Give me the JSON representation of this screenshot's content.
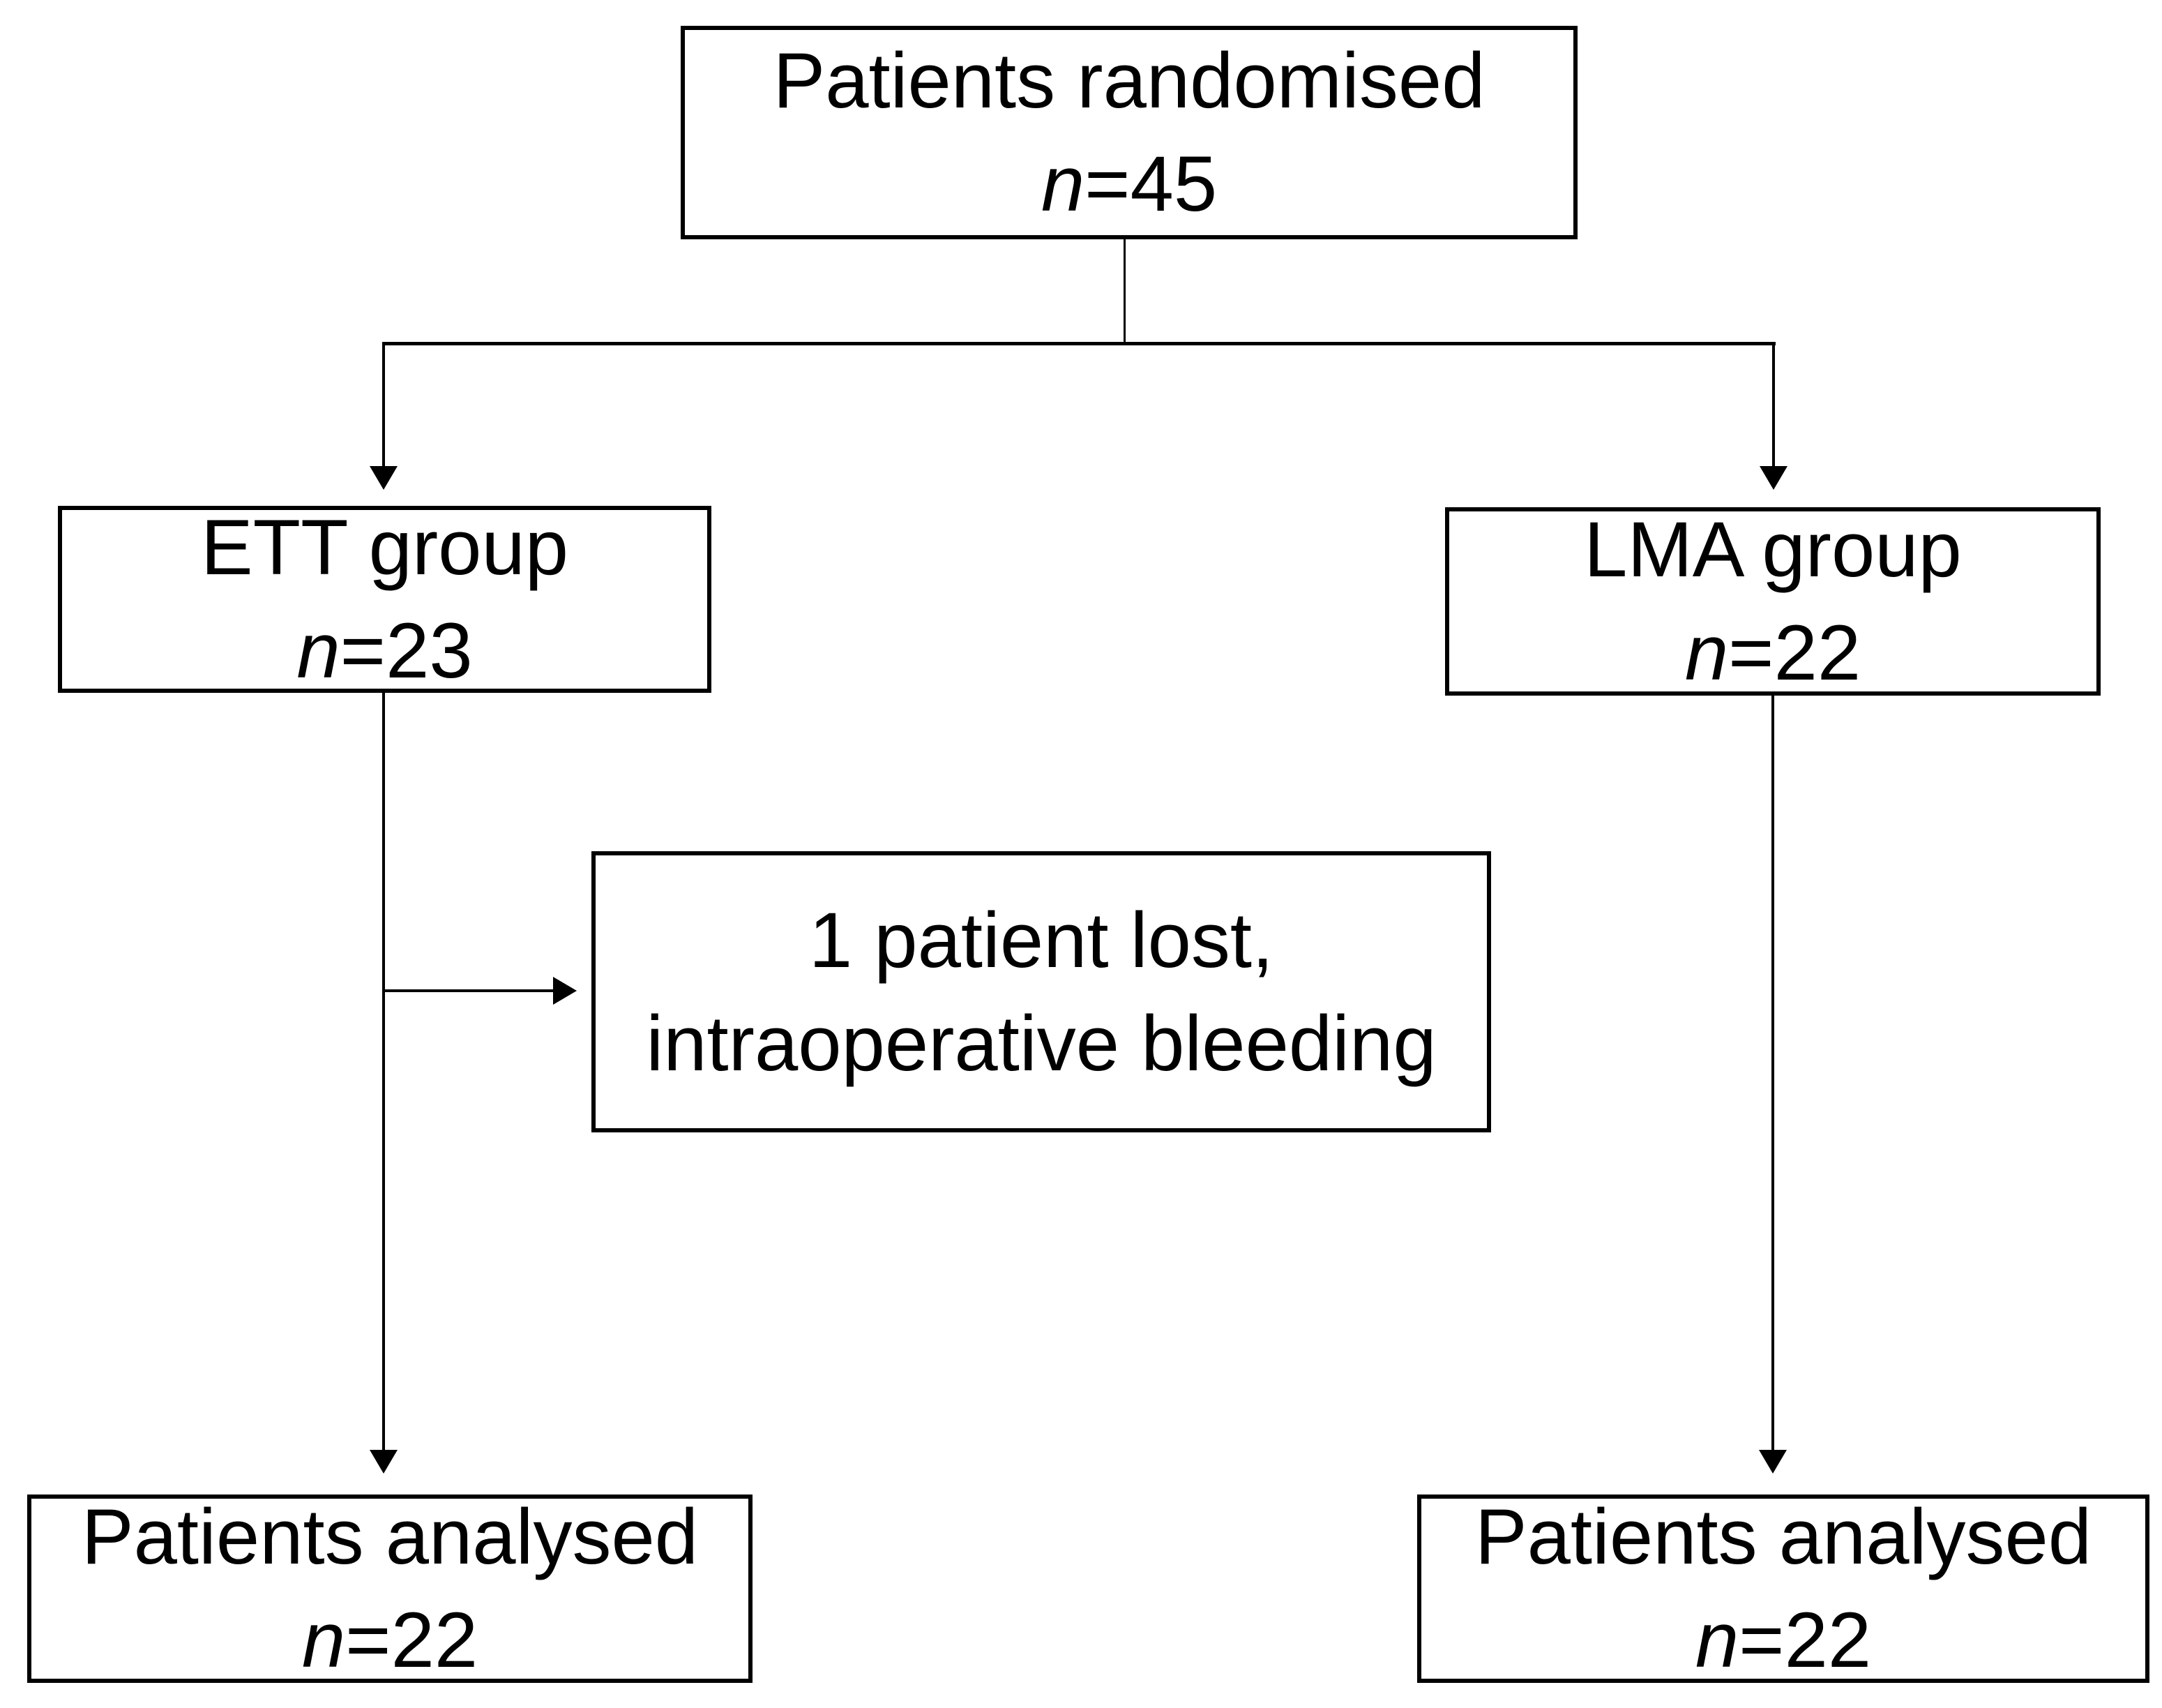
{
  "diagram": {
    "type": "consort-flowchart",
    "colors": {
      "background": "#ffffff",
      "line": "#000000",
      "text": "#000000"
    },
    "boxes": {
      "randomised": {
        "title": "Patients randomised",
        "n_italic": "n",
        "n_rest": "=45"
      },
      "ett_group": {
        "title": "ETT group",
        "n_italic": "n",
        "n_rest": "=23"
      },
      "lma_group": {
        "title": "LMA group",
        "n_italic": "n",
        "n_rest": "=22"
      },
      "lost": {
        "line1": "1 patient lost,",
        "line2": "intraoperative bleeding"
      },
      "ett_analysed": {
        "title": "Patients analysed",
        "n_italic": "n",
        "n_rest": "=22"
      },
      "lma_analysed": {
        "title": "Patients analysed",
        "n_italic": "n",
        "n_rest": "=22"
      }
    }
  }
}
